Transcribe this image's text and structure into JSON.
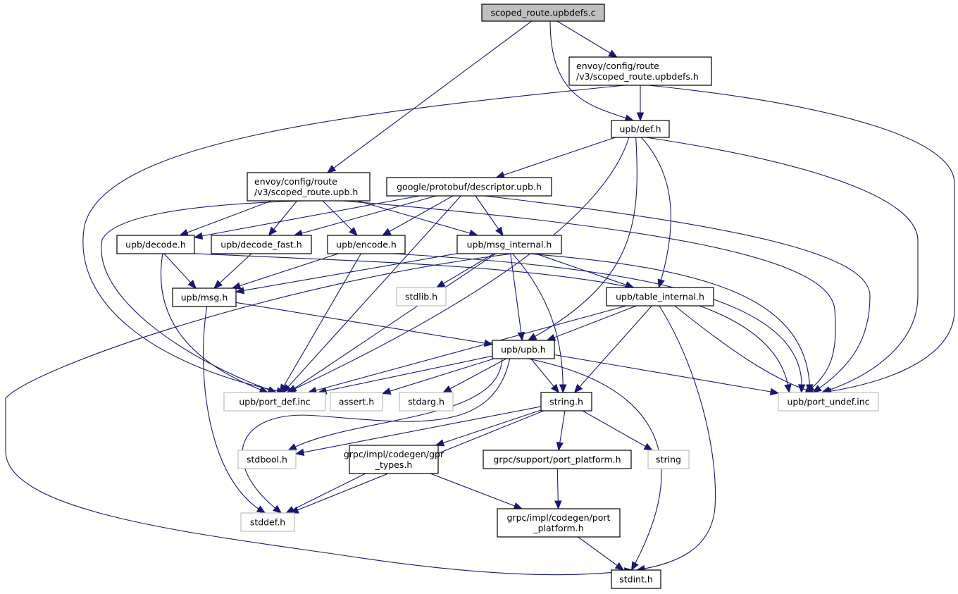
{
  "title": "scoped_route.upbdefs.c include dependency graph",
  "colors": {
    "edge": "#191970",
    "root_fill": "#bfbfbf",
    "node_border": "#000000",
    "external_border": "#bfbfbf"
  },
  "nodes": [
    {
      "id": "root",
      "kind": "root",
      "lines": [
        "scoped_route.upbdefs.c"
      ]
    },
    {
      "id": "upbdefs_h",
      "kind": "normal",
      "lines": [
        "envoy/config/route",
        "/v3/scoped_route.upbdefs.h"
      ]
    },
    {
      "id": "def_h",
      "kind": "normal",
      "lines": [
        "upb/def.h"
      ]
    },
    {
      "id": "upb_h_route",
      "kind": "normal",
      "lines": [
        "envoy/config/route",
        "/v3/scoped_route.upb.h"
      ]
    },
    {
      "id": "descriptor",
      "kind": "normal",
      "lines": [
        "google/protobuf/descriptor.upb.h"
      ]
    },
    {
      "id": "decode",
      "kind": "normal",
      "lines": [
        "upb/decode.h"
      ]
    },
    {
      "id": "decode_fast",
      "kind": "normal",
      "lines": [
        "upb/decode_fast.h"
      ]
    },
    {
      "id": "encode",
      "kind": "normal",
      "lines": [
        "upb/encode.h"
      ]
    },
    {
      "id": "msg_internal",
      "kind": "normal",
      "lines": [
        "upb/msg_internal.h"
      ]
    },
    {
      "id": "msg",
      "kind": "normal",
      "lines": [
        "upb/msg.h"
      ]
    },
    {
      "id": "stdlib",
      "kind": "external",
      "lines": [
        "stdlib.h"
      ]
    },
    {
      "id": "table_internal",
      "kind": "normal",
      "lines": [
        "upb/table_internal.h"
      ]
    },
    {
      "id": "upb",
      "kind": "normal",
      "lines": [
        "upb/upb.h"
      ]
    },
    {
      "id": "port_def",
      "kind": "external",
      "lines": [
        "upb/port_def.inc"
      ]
    },
    {
      "id": "assert",
      "kind": "external",
      "lines": [
        "assert.h"
      ]
    },
    {
      "id": "stdarg",
      "kind": "external",
      "lines": [
        "stdarg.h"
      ]
    },
    {
      "id": "string_h",
      "kind": "normal",
      "lines": [
        "string.h"
      ]
    },
    {
      "id": "port_undef",
      "kind": "external",
      "lines": [
        "upb/port_undef.inc"
      ]
    },
    {
      "id": "stdbool",
      "kind": "external",
      "lines": [
        "stdbool.h"
      ]
    },
    {
      "id": "gpr_types",
      "kind": "normal",
      "lines": [
        "grpc/impl/codegen/gpr",
        "_types.h"
      ]
    },
    {
      "id": "support_port",
      "kind": "normal",
      "lines": [
        "grpc/support/port_platform.h"
      ]
    },
    {
      "id": "string",
      "kind": "external",
      "lines": [
        "string"
      ]
    },
    {
      "id": "stddef",
      "kind": "external",
      "lines": [
        "stddef.h"
      ]
    },
    {
      "id": "codegen_port",
      "kind": "normal",
      "lines": [
        "grpc/impl/codegen/port",
        "_platform.h"
      ]
    },
    {
      "id": "stdint",
      "kind": "normal",
      "lines": [
        "stdint.h"
      ]
    }
  ],
  "edges": [
    [
      "root",
      "upbdefs_h"
    ],
    [
      "root",
      "def_h"
    ],
    [
      "root",
      "upb_h_route"
    ],
    [
      "upbdefs_h",
      "def_h"
    ],
    [
      "upbdefs_h",
      "port_def"
    ],
    [
      "upbdefs_h",
      "port_undef"
    ],
    [
      "def_h",
      "descriptor"
    ],
    [
      "def_h",
      "upb"
    ],
    [
      "def_h",
      "table_internal"
    ],
    [
      "def_h",
      "port_def"
    ],
    [
      "def_h",
      "port_undef"
    ],
    [
      "upb_h_route",
      "decode"
    ],
    [
      "upb_h_route",
      "decode_fast"
    ],
    [
      "upb_h_route",
      "encode"
    ],
    [
      "upb_h_route",
      "msg_internal"
    ],
    [
      "upb_h_route",
      "port_def"
    ],
    [
      "upb_h_route",
      "port_undef"
    ],
    [
      "descriptor",
      "decode"
    ],
    [
      "descriptor",
      "decode_fast"
    ],
    [
      "descriptor",
      "encode"
    ],
    [
      "descriptor",
      "msg_internal"
    ],
    [
      "descriptor",
      "port_def"
    ],
    [
      "descriptor",
      "port_undef"
    ],
    [
      "decode",
      "msg"
    ],
    [
      "decode",
      "port_def"
    ],
    [
      "decode",
      "port_undef"
    ],
    [
      "decode_fast",
      "msg"
    ],
    [
      "encode",
      "msg"
    ],
    [
      "encode",
      "port_def"
    ],
    [
      "encode",
      "port_undef"
    ],
    [
      "msg_internal",
      "msg"
    ],
    [
      "msg_internal",
      "stdlib"
    ],
    [
      "msg_internal",
      "table_internal"
    ],
    [
      "msg_internal",
      "upb"
    ],
    [
      "msg_internal",
      "string_h"
    ],
    [
      "msg_internal",
      "port_def"
    ],
    [
      "msg_internal",
      "port_undef"
    ],
    [
      "msg_internal",
      "stdint"
    ],
    [
      "msg",
      "upb"
    ],
    [
      "msg",
      "stddef"
    ],
    [
      "table_internal",
      "upb"
    ],
    [
      "table_internal",
      "string_h"
    ],
    [
      "table_internal",
      "port_def"
    ],
    [
      "table_internal",
      "port_undef"
    ],
    [
      "table_internal",
      "stdint"
    ],
    [
      "upb",
      "port_def"
    ],
    [
      "upb",
      "assert"
    ],
    [
      "upb",
      "stdarg"
    ],
    [
      "upb",
      "string_h"
    ],
    [
      "upb",
      "port_undef"
    ],
    [
      "upb",
      "stdbool"
    ],
    [
      "upb",
      "stddef"
    ],
    [
      "upb",
      "stdint"
    ],
    [
      "string_h",
      "stdbool"
    ],
    [
      "string_h",
      "gpr_types"
    ],
    [
      "string_h",
      "support_port"
    ],
    [
      "string_h",
      "string"
    ],
    [
      "string_h",
      "stddef"
    ],
    [
      "gpr_types",
      "stddef"
    ],
    [
      "gpr_types",
      "codegen_port"
    ],
    [
      "support_port",
      "codegen_port"
    ],
    [
      "codegen_port",
      "stdint"
    ]
  ]
}
